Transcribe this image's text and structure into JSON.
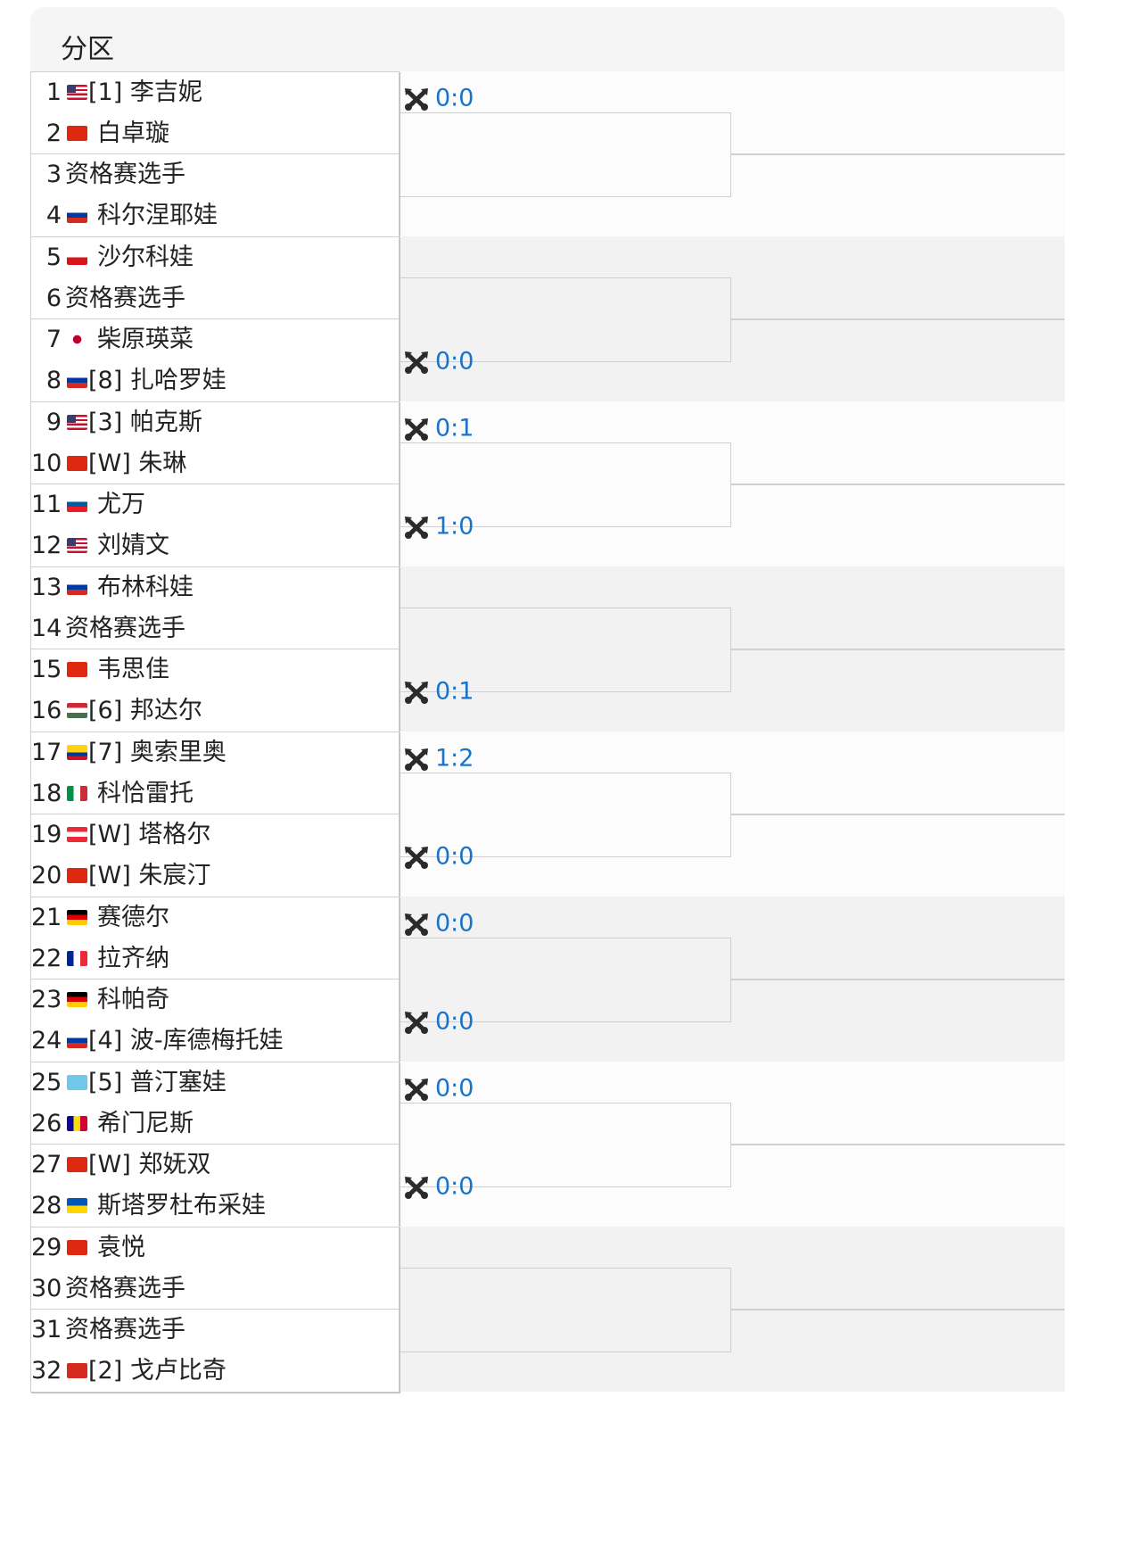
{
  "header": {
    "title": "分区"
  },
  "matches": [
    {
      "players": [
        {
          "num": "1",
          "flag": "us",
          "name": "[1] 李吉妮"
        },
        {
          "num": "2",
          "flag": "cn",
          "name": "白卓璇"
        }
      ],
      "score": "0:0"
    },
    {
      "players": [
        {
          "num": "3",
          "flag": "",
          "name": "资格赛选手"
        },
        {
          "num": "4",
          "flag": "ru",
          "name": "科尔涅耶娃"
        }
      ],
      "score": null
    },
    {
      "players": [
        {
          "num": "5",
          "flag": "cz",
          "name": "沙尔科娃"
        },
        {
          "num": "6",
          "flag": "",
          "name": "资格赛选手"
        }
      ],
      "score": null
    },
    {
      "players": [
        {
          "num": "7",
          "flag": "jp",
          "name": "柴原瑛菜"
        },
        {
          "num": "8",
          "flag": "ru",
          "name": "[8] 扎哈罗娃"
        }
      ],
      "score": "0:0"
    },
    {
      "players": [
        {
          "num": "9",
          "flag": "us",
          "name": "[3] 帕克斯"
        },
        {
          "num": "10",
          "flag": "cn",
          "name": "[W] 朱琳"
        }
      ],
      "score": "0:1"
    },
    {
      "players": [
        {
          "num": "11",
          "flag": "si",
          "name": "尤万"
        },
        {
          "num": "12",
          "flag": "us",
          "name": "刘婧文"
        }
      ],
      "score": "1:0"
    },
    {
      "players": [
        {
          "num": "13",
          "flag": "ru",
          "name": "布林科娃"
        },
        {
          "num": "14",
          "flag": "",
          "name": "资格赛选手"
        }
      ],
      "score": null
    },
    {
      "players": [
        {
          "num": "15",
          "flag": "cn",
          "name": "韦思佳"
        },
        {
          "num": "16",
          "flag": "hu",
          "name": "[6] 邦达尔"
        }
      ],
      "score": "0:1"
    },
    {
      "players": [
        {
          "num": "17",
          "flag": "co",
          "name": "[7] 奥索里奥"
        },
        {
          "num": "18",
          "flag": "it",
          "name": "科恰雷托"
        }
      ],
      "score": "1:2"
    },
    {
      "players": [
        {
          "num": "19",
          "flag": "at",
          "name": "[W] 塔格尔"
        },
        {
          "num": "20",
          "flag": "cn",
          "name": "[W] 朱宸汀"
        }
      ],
      "score": "0:0"
    },
    {
      "players": [
        {
          "num": "21",
          "flag": "de",
          "name": "赛德尔"
        },
        {
          "num": "22",
          "flag": "fr",
          "name": "拉齐纳"
        }
      ],
      "score": "0:0"
    },
    {
      "players": [
        {
          "num": "23",
          "flag": "de",
          "name": "科帕奇"
        },
        {
          "num": "24",
          "flag": "ru",
          "name": "[4] 波-库德梅托娃"
        }
      ],
      "score": "0:0"
    },
    {
      "players": [
        {
          "num": "25",
          "flag": "kz",
          "name": "[5] 普汀塞娃"
        },
        {
          "num": "26",
          "flag": "ad",
          "name": "希门尼斯"
        }
      ],
      "score": "0:0"
    },
    {
      "players": [
        {
          "num": "27",
          "flag": "cn",
          "name": "[W] 郑妩双"
        },
        {
          "num": "28",
          "flag": "ua",
          "name": "斯塔罗杜布采娃"
        }
      ],
      "score": "0:0"
    },
    {
      "players": [
        {
          "num": "29",
          "flag": "cn",
          "name": "袁悦"
        },
        {
          "num": "30",
          "flag": "",
          "name": "资格赛选手"
        }
      ],
      "score": null
    },
    {
      "players": [
        {
          "num": "31",
          "flag": "",
          "name": "资格赛选手"
        },
        {
          "num": "32",
          "flag": "ch",
          "name": "[2] 戈卢比奇"
        }
      ],
      "score": null
    }
  ]
}
